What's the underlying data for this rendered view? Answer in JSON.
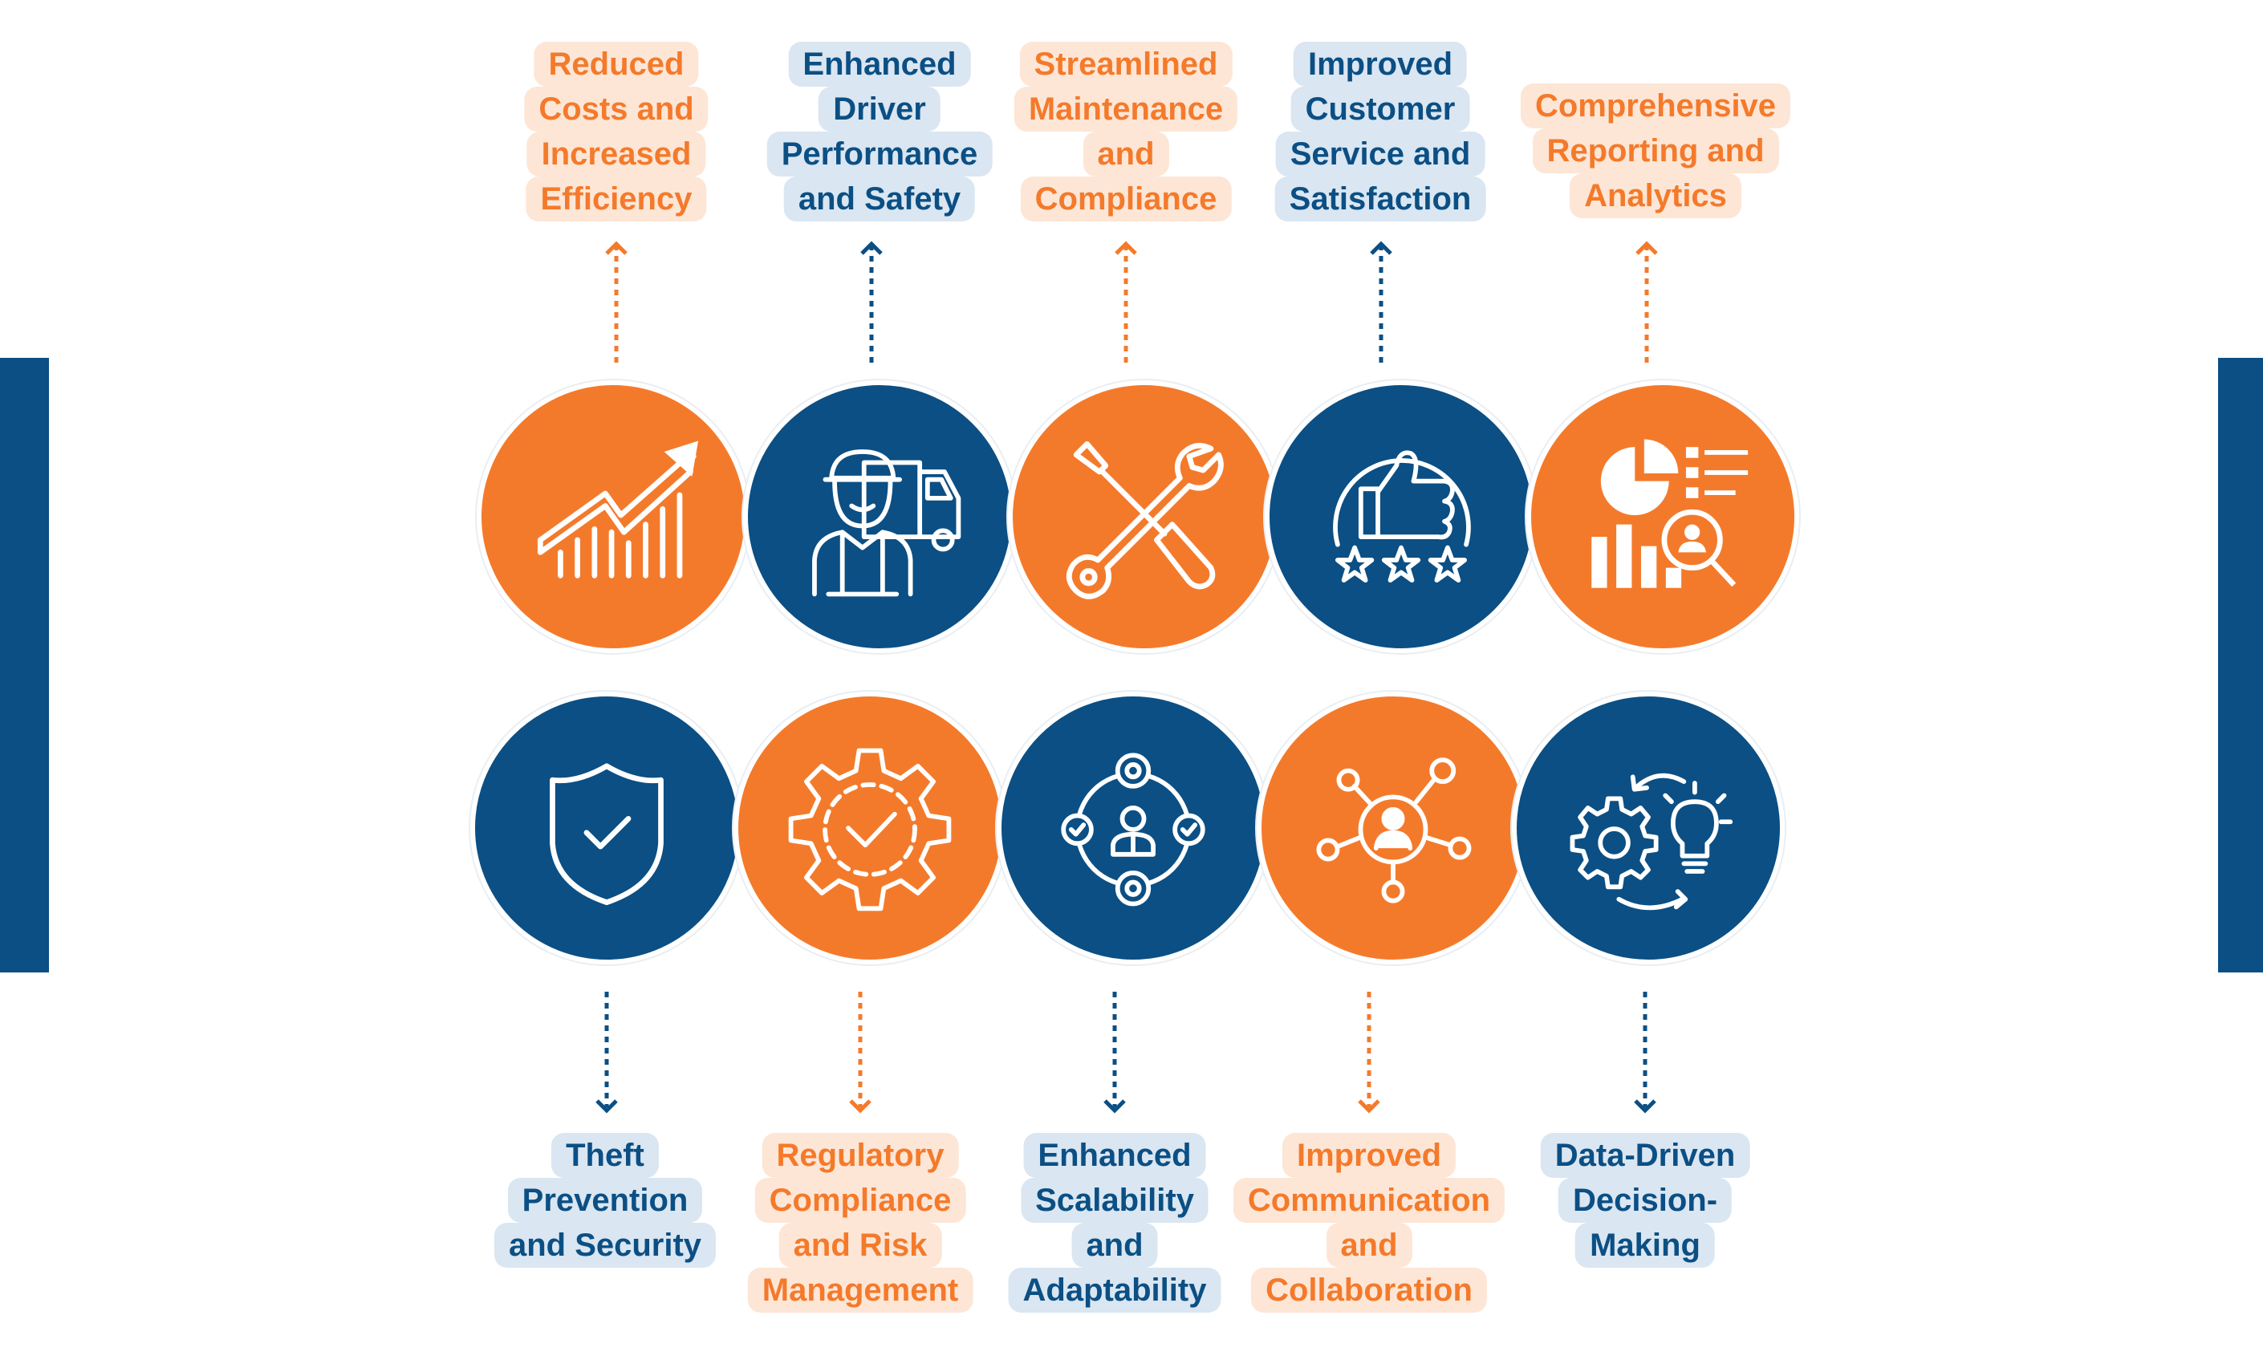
{
  "colors": {
    "orange": "#f47a2b",
    "blue": "#0b4f84",
    "orange_light": "#fde6d6",
    "blue_light": "#dae6f1"
  },
  "top_row": [
    {
      "label_lines": [
        "Reduced",
        "Costs and",
        "Increased",
        "Efficiency"
      ],
      "color": "orange",
      "icon": "trend-up-icon"
    },
    {
      "label_lines": [
        "Enhanced",
        "Driver",
        "Performance",
        "and Safety"
      ],
      "color": "blue",
      "icon": "driver-truck-icon"
    },
    {
      "label_lines": [
        "Streamlined",
        "Maintenance",
        "and",
        "Compliance"
      ],
      "color": "orange",
      "icon": "wrench-screwdriver-icon"
    },
    {
      "label_lines": [
        "Improved",
        "Customer",
        "Service and",
        "Satisfaction"
      ],
      "color": "blue",
      "icon": "thumbs-up-stars-icon"
    },
    {
      "label_lines": [
        "Comprehensive",
        "Reporting and",
        "Analytics"
      ],
      "color": "orange",
      "icon": "analytics-report-icon"
    }
  ],
  "bottom_row": [
    {
      "label_lines": [
        "Theft",
        "Prevention",
        "and Security"
      ],
      "color": "blue",
      "icon": "shield-check-icon"
    },
    {
      "label_lines": [
        "Regulatory",
        "Compliance",
        "and Risk",
        "Management"
      ],
      "color": "orange",
      "icon": "gear-check-icon"
    },
    {
      "label_lines": [
        "Enhanced",
        "Scalability",
        "and",
        "Adaptability"
      ],
      "color": "blue",
      "icon": "person-gears-cycle-icon"
    },
    {
      "label_lines": [
        "Improved",
        "Communication",
        "and",
        "Collaboration"
      ],
      "color": "orange",
      "icon": "network-person-icon"
    },
    {
      "label_lines": [
        "Data-Driven",
        "Decision-",
        "Making"
      ],
      "color": "blue",
      "icon": "gears-lightbulb-icon"
    }
  ]
}
